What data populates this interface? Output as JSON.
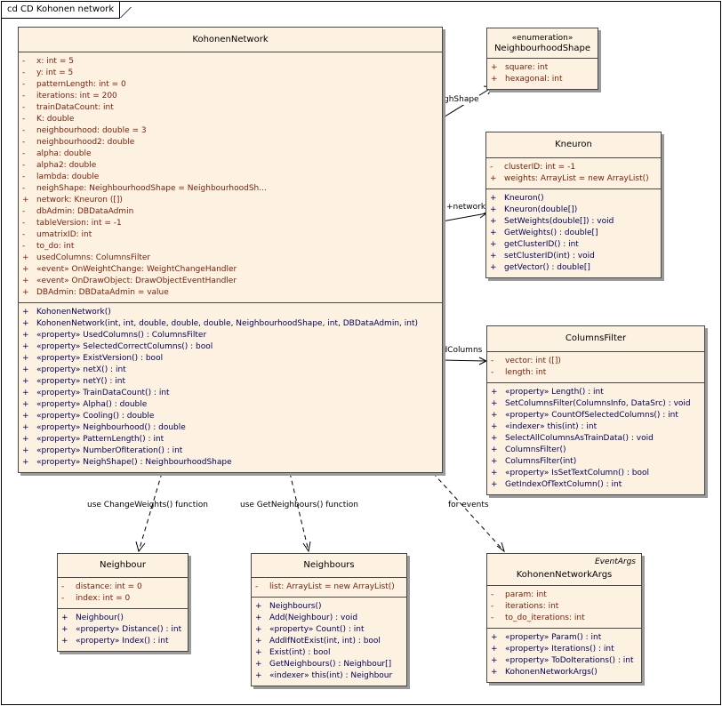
{
  "frame_title": "cd CD Kohonen network",
  "classes": {
    "kohonen": {
      "name": "KohonenNetwork",
      "attributes": [
        {
          "vis": "-",
          "text": "x:  int = 5"
        },
        {
          "vis": "-",
          "text": "y:  int = 5"
        },
        {
          "vis": "-",
          "text": "patternLength:  int = 0"
        },
        {
          "vis": "-",
          "text": "iterations:  int = 200"
        },
        {
          "vis": "-",
          "text": "trainDataCount:  int"
        },
        {
          "vis": "-",
          "text": "K:  double"
        },
        {
          "vis": "-",
          "text": "neighbourhood:  double = 3"
        },
        {
          "vis": "-",
          "text": "neighbourhood2:  double"
        },
        {
          "vis": "-",
          "text": "alpha:  double"
        },
        {
          "vis": "-",
          "text": "alpha2:  double"
        },
        {
          "vis": "-",
          "text": "lambda:  double"
        },
        {
          "vis": "-",
          "text": "neighShape:  NeighbourhoodShape = NeighbourhoodSh..."
        },
        {
          "vis": "+",
          "text": "network:  Kneuron ([])"
        },
        {
          "vis": "-",
          "text": "dbAdmin:  DBDataAdmin"
        },
        {
          "vis": "-",
          "text": "tableVersion:  int = -1"
        },
        {
          "vis": "-",
          "text": "umatrixID:  int"
        },
        {
          "vis": "-",
          "text": "to_do:  int"
        },
        {
          "vis": "+",
          "text": "usedColumns:  ColumnsFilter"
        },
        {
          "vis": "+",
          "text": "«event» OnWeightChange:  WeightChangeHandler"
        },
        {
          "vis": "+",
          "text": "«event» OnDrawObject:  DrawObjectEventHandler"
        },
        {
          "vis": "+",
          "text": "DBAdmin:  DBDataAdmin = value"
        }
      ],
      "operations": [
        {
          "vis": "+",
          "text": "KohonenNetwork()"
        },
        {
          "vis": "+",
          "text": "KohonenNetwork(int, int, double, double, double, NeighbourhoodShape, int, DBDataAdmin, int)"
        },
        {
          "vis": "+",
          "text": "«property» UsedColumns() : ColumnsFilter"
        },
        {
          "vis": "+",
          "text": "«property» SelectedCorrectColumns() : bool"
        },
        {
          "vis": "+",
          "text": "«property» ExistVersion() : bool"
        },
        {
          "vis": "+",
          "text": "«property» netX() : int"
        },
        {
          "vis": "+",
          "text": "«property» netY() : int"
        },
        {
          "vis": "+",
          "text": "«property» TrainDataCount() : int"
        },
        {
          "vis": "+",
          "text": "«property» Alpha() : double"
        },
        {
          "vis": "+",
          "text": "«property» Cooling() : double"
        },
        {
          "vis": "+",
          "text": "«property» Neighbourhood() : double"
        },
        {
          "vis": "+",
          "text": "«property» PatternLength() : int"
        },
        {
          "vis": "+",
          "text": "«property» NumberOfIteration() : int"
        },
        {
          "vis": "+",
          "text": "«property» NeighShape() : NeighbourhoodShape"
        }
      ]
    },
    "shape": {
      "stereotype": "«enumeration»",
      "name": "NeighbourhoodShape",
      "attributes": [
        {
          "vis": "+",
          "text": "square:  int"
        },
        {
          "vis": "+",
          "text": "hexagonal:  int"
        }
      ]
    },
    "kneuron": {
      "name": "Kneuron",
      "attributes": [
        {
          "vis": "-",
          "text": "clusterID:  int = -1"
        },
        {
          "vis": "+",
          "text": "weights:  ArrayList = new ArrayList()"
        }
      ],
      "operations": [
        {
          "vis": "+",
          "text": "Kneuron()"
        },
        {
          "vis": "+",
          "text": "Kneuron(double[])"
        },
        {
          "vis": "+",
          "text": "SetWeights(double[]) : void"
        },
        {
          "vis": "+",
          "text": "GetWeights() : double[]"
        },
        {
          "vis": "+",
          "text": "getClusterID() : int"
        },
        {
          "vis": "+",
          "text": "setClusterID(int) : void"
        },
        {
          "vis": "+",
          "text": "getVector() : double[]"
        }
      ]
    },
    "columns": {
      "name": "ColumnsFilter",
      "attributes": [
        {
          "vis": "-",
          "text": "vector:  int ([])"
        },
        {
          "vis": "-",
          "text": "length:  int"
        }
      ],
      "operations": [
        {
          "vis": "+",
          "text": "«property» Length() : int"
        },
        {
          "vis": "+",
          "text": "SetColumnsFilter(ColumnsInfo, DataSrc) : void"
        },
        {
          "vis": "+",
          "text": "«property» CountOfSelectedColumns() : int"
        },
        {
          "vis": "+",
          "text": "«indexer» this(int) : int"
        },
        {
          "vis": "+",
          "text": "SelectAllColumnsAsTrainData() : void"
        },
        {
          "vis": "+",
          "text": "ColumnsFilter()"
        },
        {
          "vis": "+",
          "text": "ColumnsFilter(int)"
        },
        {
          "vis": "+",
          "text": "«property» IsSetTextColumn() : bool"
        },
        {
          "vis": "+",
          "text": "GetIndexOfTextColumn() : int"
        }
      ]
    },
    "neighbour": {
      "name": "Neighbour",
      "attributes": [
        {
          "vis": "-",
          "text": "distance:  int = 0"
        },
        {
          "vis": "-",
          "text": "index:  int = 0"
        }
      ],
      "operations": [
        {
          "vis": "+",
          "text": "Neighbour()"
        },
        {
          "vis": "+",
          "text": "«property» Distance() : int"
        },
        {
          "vis": "+",
          "text": "«property» Index() : int"
        }
      ]
    },
    "neighbours": {
      "name": "Neighbours",
      "attributes": [
        {
          "vis": "-",
          "text": "list:  ArrayList = new ArrayList()"
        }
      ],
      "operations": [
        {
          "vis": "+",
          "text": "Neighbours()"
        },
        {
          "vis": "+",
          "text": "Add(Neighbour) : void"
        },
        {
          "vis": "+",
          "text": "«property» Count() : int"
        },
        {
          "vis": "+",
          "text": "AddIfNotExist(int, int) : bool"
        },
        {
          "vis": "+",
          "text": "Exist(int) : bool"
        },
        {
          "vis": "+",
          "text": "GetNeighbours() : Neighbour[]"
        },
        {
          "vis": "+",
          "text": "«indexer» this(int) : Neighbour"
        }
      ]
    },
    "args": {
      "parent": "EventArgs",
      "name": "KohonenNetworkArgs",
      "attributes": [
        {
          "vis": "-",
          "text": "param:  int"
        },
        {
          "vis": "-",
          "text": "iterations:  int"
        },
        {
          "vis": "-",
          "text": "to_do_iterations:  int"
        }
      ],
      "operations": [
        {
          "vis": "+",
          "text": "«property» Param() : int"
        },
        {
          "vis": "+",
          "text": "«property» Iterations() : int"
        },
        {
          "vis": "+",
          "text": "«property» ToDoIterations() : int"
        },
        {
          "vis": "+",
          "text": "KohonenNetworkArgs()"
        }
      ]
    }
  },
  "connectors": {
    "neighShape": "-neighShape",
    "network": "+network",
    "usedColumns": "+usedColumns",
    "use_change_weights": "use ChangeWeights() function",
    "use_get_neighbours": "use GetNeighbours() function",
    "for_events": "for events"
  }
}
